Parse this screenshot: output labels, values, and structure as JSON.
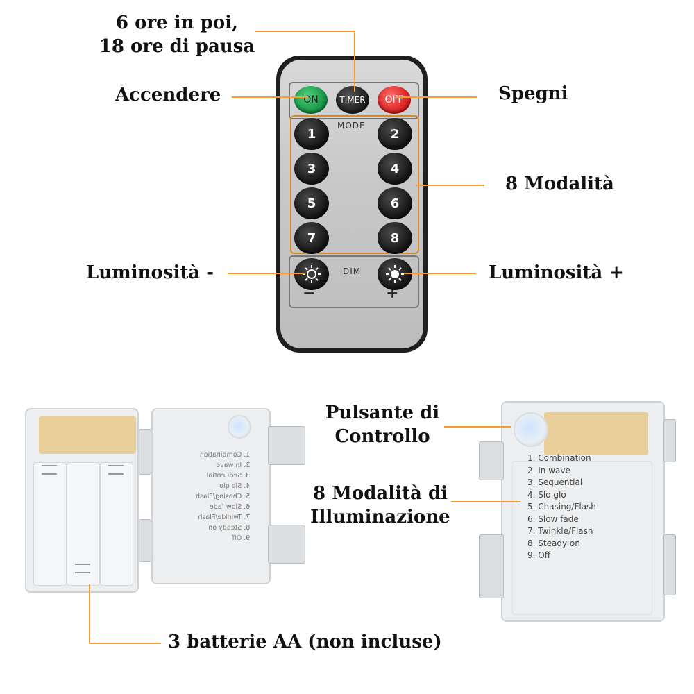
{
  "callouts": {
    "timer": [
      "6 ore in poi,",
      "18 ore di pausa"
    ],
    "on": "Accendere",
    "off": "Spegni",
    "modes": "8 Modalità",
    "dim_minus": "Luminosità -",
    "dim_plus": "Luminosità +",
    "control": [
      "Pulsante di",
      "Controllo"
    ],
    "light_modes": [
      "8 Modalità di",
      "Illuminazione"
    ],
    "batteries": "3 batterie AA (non incluse)"
  },
  "remote": {
    "on": "ON",
    "timer": "TIMER",
    "off": "OFF",
    "mode": "MODE",
    "dim": "DIM",
    "minus": "−",
    "plus": "+",
    "numbers": [
      "1",
      "2",
      "3",
      "4",
      "5",
      "6",
      "7",
      "8"
    ]
  },
  "box_modes": [
    "1. Combination",
    "2. In wave",
    "3. Sequential",
    "4. Slo glo",
    "5. Chasing/Flash",
    "6. Slow fade",
    "7. Twinkle/Flash",
    "8. Steady on",
    "9. Off"
  ],
  "colors": {
    "accent_line": "#f0a030"
  }
}
